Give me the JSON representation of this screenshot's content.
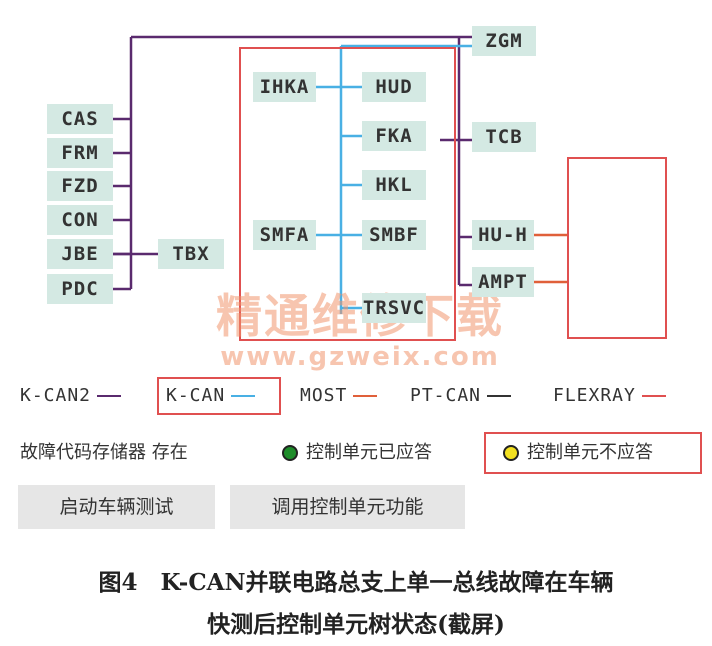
{
  "diagram": {
    "nodes": {
      "zgm": "ZGM",
      "ihka": "IHKA",
      "hud": "HUD",
      "fka": "FKA",
      "tcb": "TCB",
      "hkl": "HKL",
      "smfa": "SMFA",
      "smbf": "SMBF",
      "huh": "HU-H",
      "ampt": "AMPT",
      "trsvc": "TRSVC",
      "cas": "CAS",
      "frm": "FRM",
      "fzd": "FZD",
      "con": "CON",
      "jbe": "JBE",
      "pdc": "PDC",
      "tbx": "TBX"
    },
    "colors": {
      "k_can2": "#5a2a6e",
      "k_can": "#49b0e4",
      "most": "#e0603a",
      "pt_can": "#333333",
      "flexray": "#e05050",
      "highlight": "#e05050"
    }
  },
  "legend": {
    "k_can2": "K-CAN2",
    "k_can": "K-CAN",
    "most": "MOST",
    "pt_can": "PT-CAN",
    "flexray": "FLEXRAY"
  },
  "status": {
    "memory_label": "故障代码存储器 存在",
    "responding": "控制单元已应答",
    "not_responding": "控制单元不应答",
    "green": "#1e8c2a",
    "yellow": "#f2e020"
  },
  "buttons": {
    "start_test": "启动车辆测试",
    "call_function": "调用控制单元功能"
  },
  "watermark": {
    "cn": "精通维修下载",
    "url": "www.gzweix.com"
  },
  "caption": {
    "line1": "图4　K-CAN并联电路总支上单一总线故障在车辆",
    "line2": "快测后控制单元树状态(截屏)"
  }
}
